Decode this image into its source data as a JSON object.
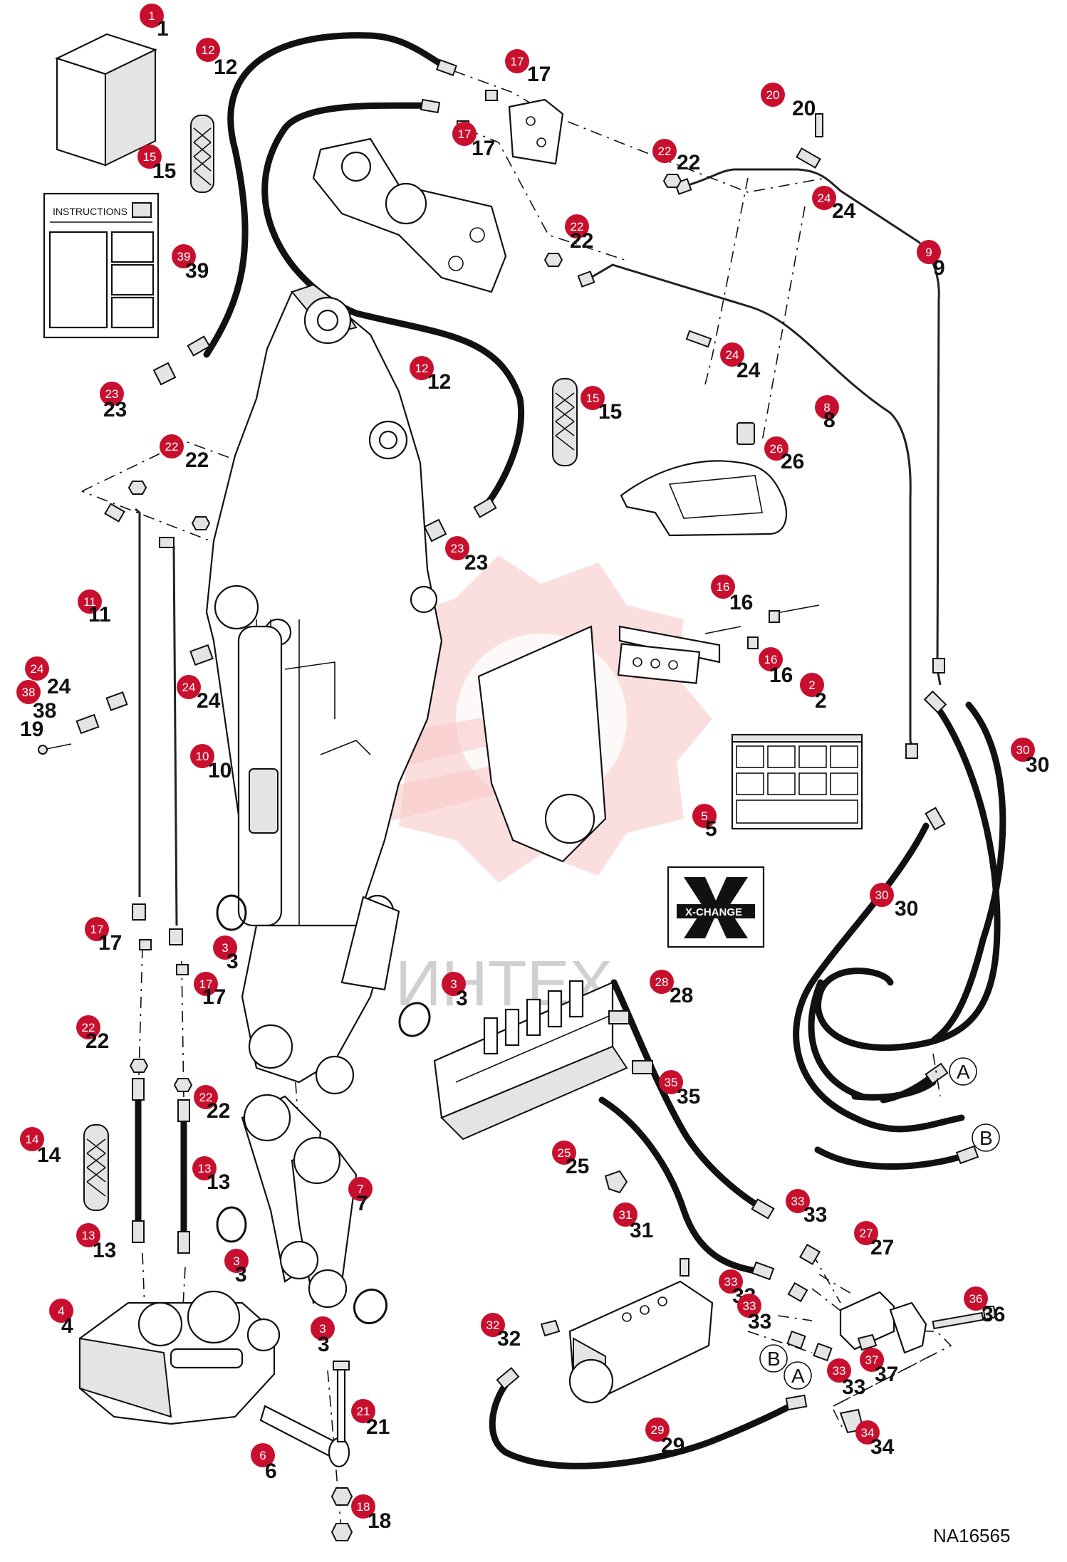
{
  "reference_code": "NA16565",
  "watermark_text": "ИНТЕХ",
  "instruction_sheet_title": "INSTRUCTIONS",
  "decal_logo_text": "X-CHANGE",
  "port_labels": [
    "A",
    "B"
  ],
  "badge_color": "#c8102e",
  "callouts": [
    "1",
    "12",
    "17",
    "17",
    "15",
    "20",
    "22",
    "24",
    "22",
    "39",
    "9",
    "24",
    "23",
    "12",
    "15",
    "8",
    "22",
    "26",
    "23",
    "11",
    "16",
    "24",
    "24",
    "38",
    "16",
    "2",
    "19",
    "10",
    "5",
    "30",
    "30",
    "17",
    "3",
    "17",
    "3",
    "28",
    "22",
    "22",
    "35",
    "14",
    "13",
    "25",
    "7",
    "33",
    "27",
    "13",
    "31",
    "3",
    "4",
    "33",
    "33",
    "36",
    "32",
    "3",
    "37",
    "33",
    "21",
    "29",
    "34",
    "6",
    "18"
  ]
}
